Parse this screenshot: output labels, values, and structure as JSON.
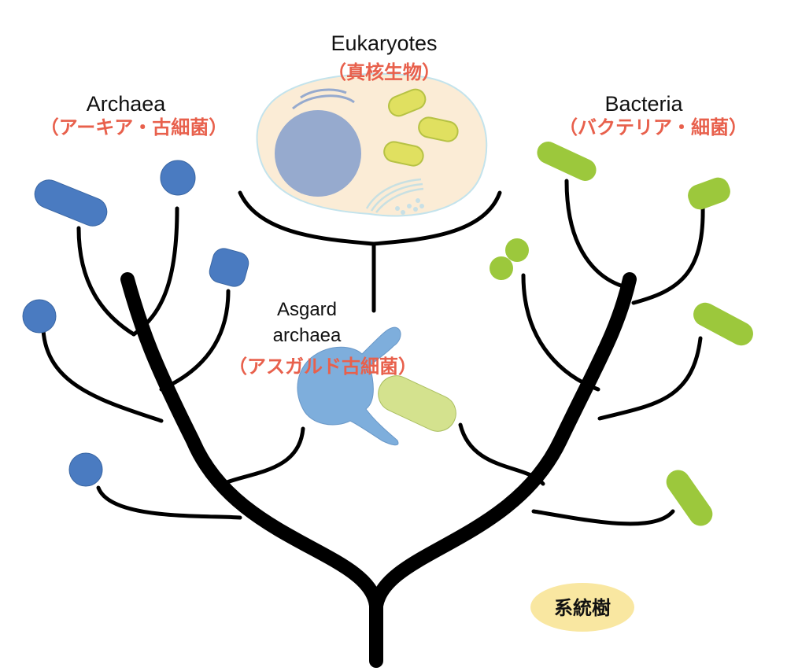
{
  "title": "系統樹",
  "groups": {
    "eukaryotes": {
      "name": "Eukaryotes",
      "jp": "（真核生物）"
    },
    "archaea": {
      "name": "Archaea",
      "jp": "（アーキア・古細菌）"
    },
    "bacteria": {
      "name": "Bacteria",
      "jp": "（バクテリア・細菌）"
    },
    "asgard": {
      "name_line1": "Asgard",
      "name_line2": "archaea",
      "jp": "（アスガルド古細菌）"
    }
  },
  "colors": {
    "archaea": "#4a7bc1",
    "bacteria": "#9cc83c",
    "asgard": "#7eaedc",
    "label_jp": "#e8604c",
    "badge": "#f9e7a1"
  }
}
